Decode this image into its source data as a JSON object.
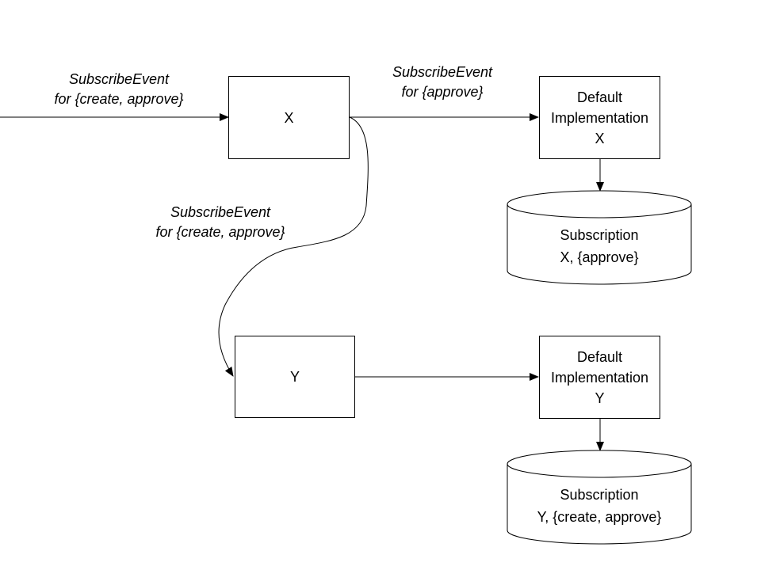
{
  "edges": {
    "input_label": {
      "line1": "SubscribeEvent",
      "line2": "for {create, approve}"
    },
    "x_to_impl_label": {
      "line1": "SubscribeEvent",
      "line2": "for {approve}"
    },
    "x_to_y_label": {
      "line1": "SubscribeEvent",
      "line2": "for {create, approve}"
    }
  },
  "nodes": {
    "x": {
      "label": "X"
    },
    "y": {
      "label": "Y"
    },
    "impl_x": {
      "line1": "Default",
      "line2": "Implementation",
      "line3": "X"
    },
    "impl_y": {
      "line1": "Default",
      "line2": "Implementation",
      "line3": "Y"
    }
  },
  "stores": {
    "sub_x": {
      "line1": "Subscription",
      "line2": "X, {approve}"
    },
    "sub_y": {
      "line1": "Subscription",
      "line2": "Y, {create, approve}"
    }
  },
  "colors": {
    "stroke": "#000000",
    "fill": "#ffffff"
  }
}
